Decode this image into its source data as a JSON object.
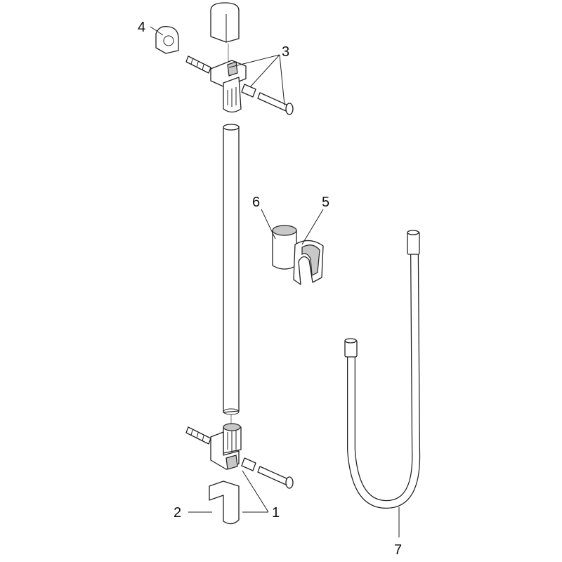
{
  "diagram": {
    "callouts": [
      {
        "id": "label-1",
        "text": "1"
      },
      {
        "id": "label-2",
        "text": "2"
      },
      {
        "id": "label-3",
        "text": "3"
      },
      {
        "id": "label-4",
        "text": "4"
      },
      {
        "id": "label-5",
        "text": "5"
      },
      {
        "id": "label-6",
        "text": "6"
      },
      {
        "id": "label-7",
        "text": "7"
      }
    ]
  }
}
